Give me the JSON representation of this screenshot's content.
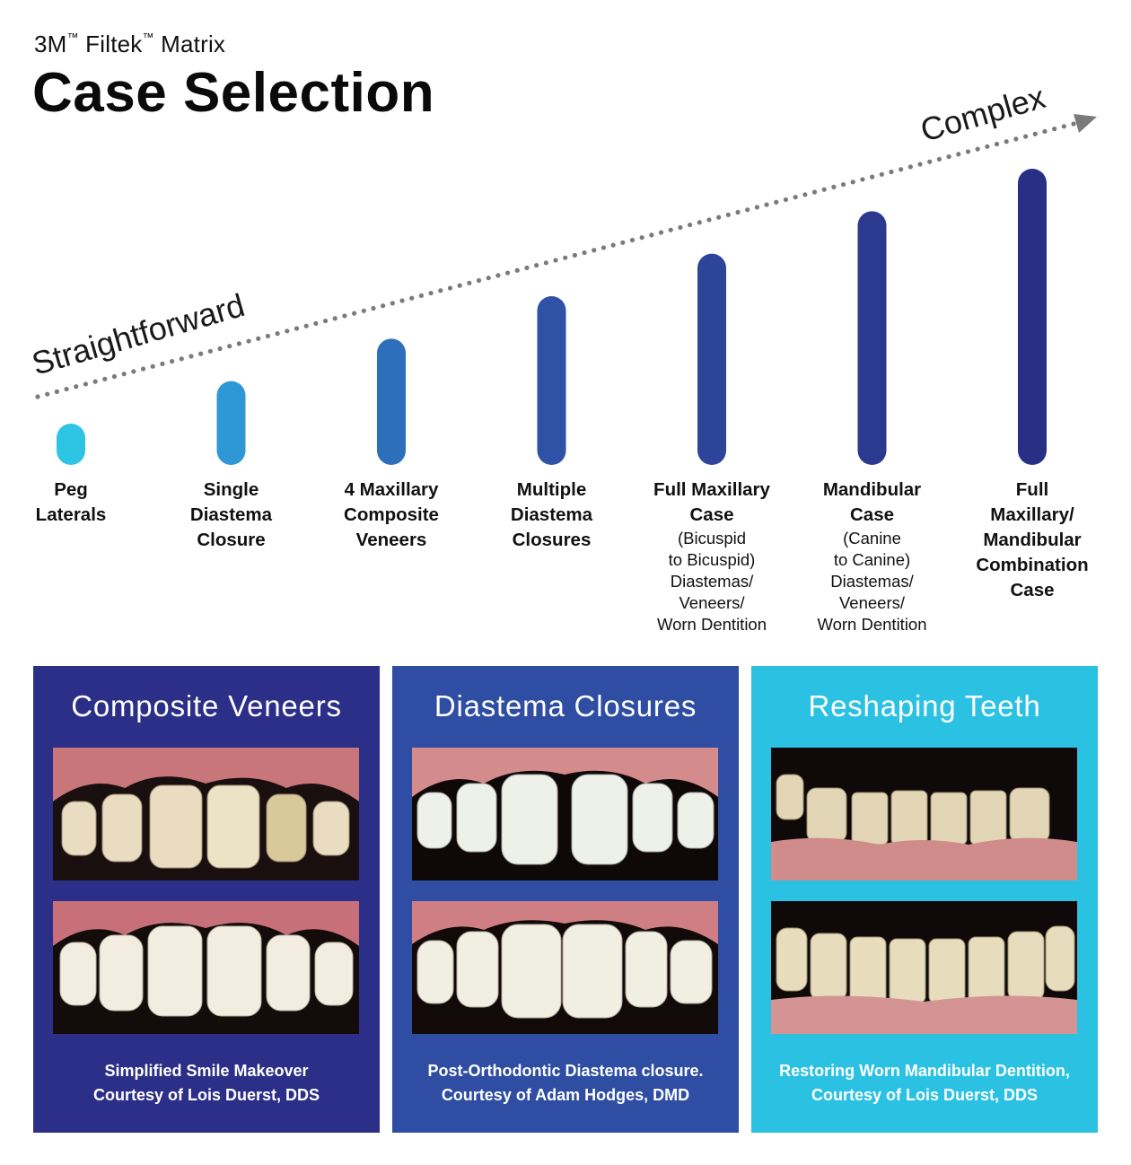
{
  "header": {
    "subtitle_brand": "3M",
    "subtitle_tm": "™",
    "subtitle_product": "Filtek",
    "subtitle_tm2": "™",
    "subtitle_rest": "Matrix",
    "title": "Case Selection"
  },
  "scale": {
    "start_label": "Straightforward",
    "end_label": "Complex"
  },
  "case_levels": [
    {
      "label": "Peg\nLaterals",
      "note": "",
      "level": 1,
      "color": "#2ec4e3"
    },
    {
      "label": "Single\nDiastema\nClosure",
      "note": "",
      "level": 2,
      "color": "#2e97d6"
    },
    {
      "label": "4 Maxillary\nComposite\nVeneers",
      "note": "",
      "level": 3,
      "color": "#2e6fbc"
    },
    {
      "label": "Multiple\nDiastema\nClosures",
      "note": "",
      "level": 4,
      "color": "#2e52a6"
    },
    {
      "label": "Full Maxillary\nCase",
      "note": "(Bicuspid\nto Bicuspid)\nDiastemas/\nVeneers/\nWorn Dentition",
      "level": 5,
      "color": "#2d4599"
    },
    {
      "label": "Mandibular\nCase",
      "note": "(Canine\nto Canine)\nDiastemas/\nVeneers/\nWorn Dentition",
      "level": 6,
      "color": "#2b3a8f"
    },
    {
      "label": "Full\nMaxillary/\nMandibular\nCombination\nCase",
      "note": "",
      "level": 7,
      "color": "#2a2f86"
    }
  ],
  "panels": [
    {
      "title": "Composite Veneers",
      "bg": "#2c2f87",
      "caption_line1": "Simplified Smile Makeover",
      "caption_line2": "Courtesy of Lois Duerst, DDS"
    },
    {
      "title": "Diastema Closures",
      "bg": "#2e4da3",
      "caption_line1": "Post-Orthodontic Diastema closure.",
      "caption_line2": "Courtesy of Adam Hodges, DMD"
    },
    {
      "title": "Reshaping Teeth",
      "bg": "#2bc1e3",
      "caption_line1": "Restoring Worn Mandibular Dentition,",
      "caption_line2": "Courtesy of Lois Duerst, DDS"
    }
  ]
}
